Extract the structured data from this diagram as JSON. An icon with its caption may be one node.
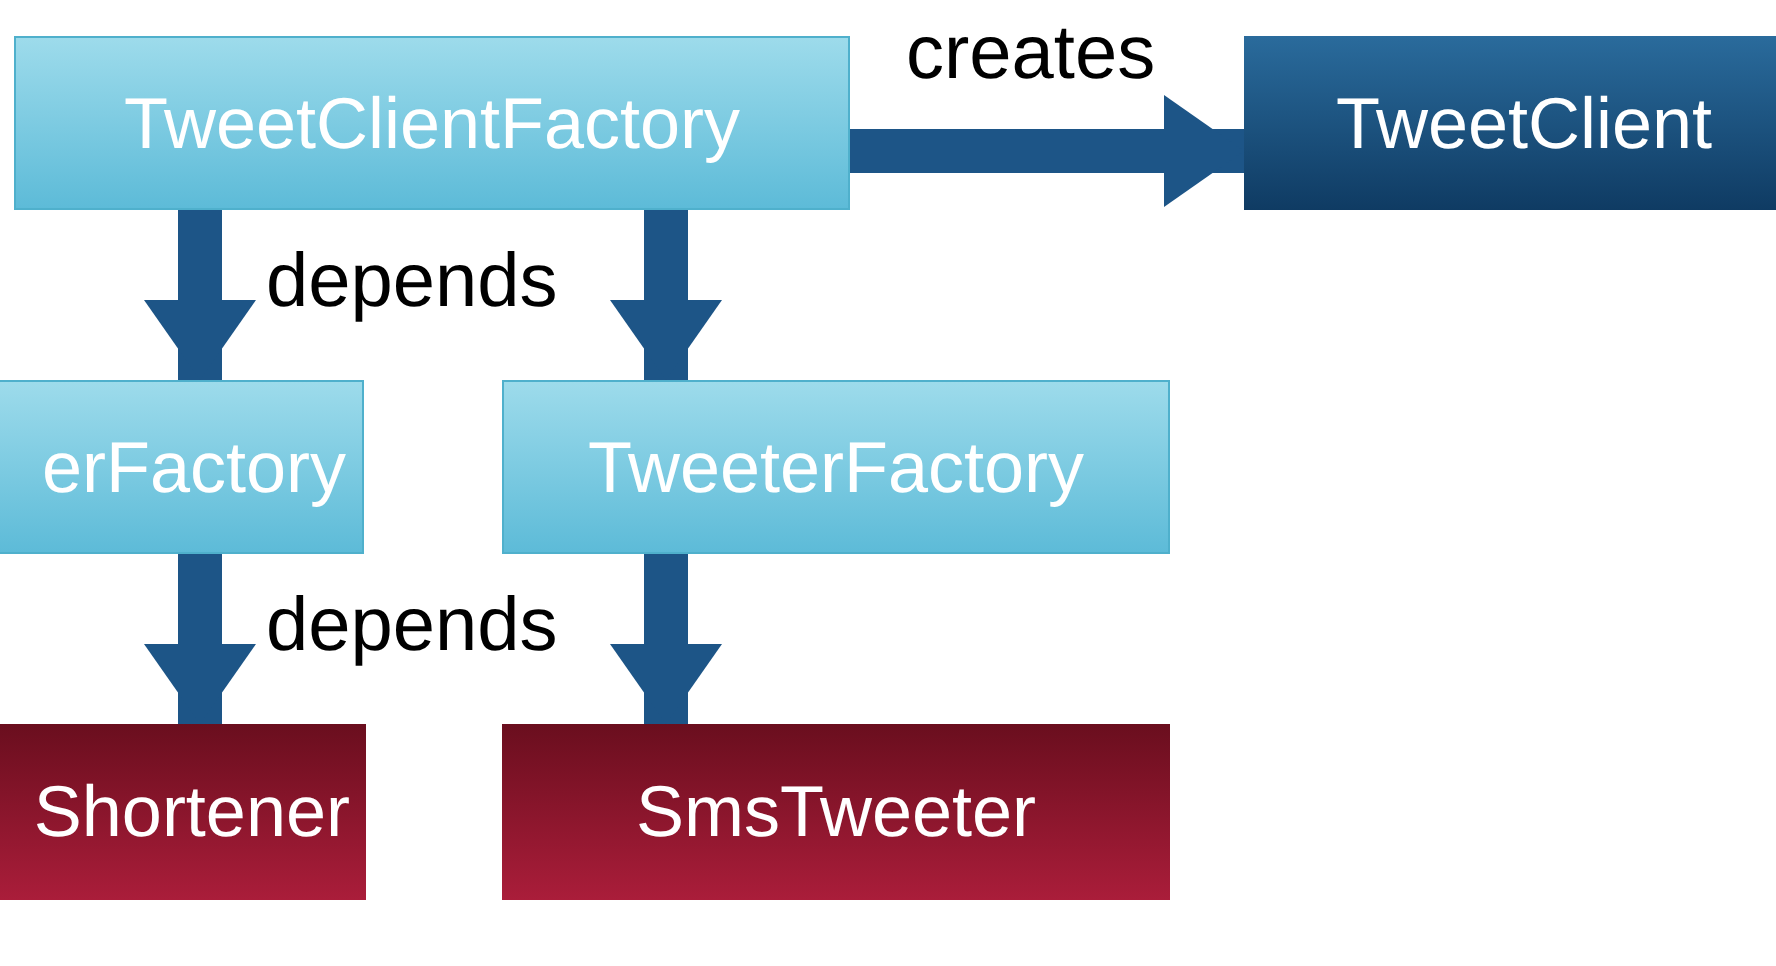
{
  "diagram": {
    "nodes": [
      {
        "text": [
          "TweetClientFactory"
        ]
      },
      {
        "text": [
          "TweetClient"
        ]
      },
      {
        "text": [
          "erFactory"
        ]
      },
      {
        "text": [
          "TweeterFactory"
        ]
      },
      {
        "text": [
          "Shortener"
        ]
      },
      {
        "text": [
          "SmsTweeter"
        ]
      }
    ],
    "edges": [
      {
        "from": 0,
        "to": 1,
        "arrow": "to",
        "label": "creates"
      },
      {
        "from": 0,
        "to": 2,
        "arrow": "to"
      },
      {
        "from": 0,
        "to": 3,
        "arrow": "to"
      },
      {
        "from": 2,
        "to": 4,
        "arrow": "to"
      },
      {
        "from": 3,
        "to": 5,
        "arrow": "to"
      }
    ],
    "labels": [
      "depends",
      "depends"
    ]
  }
}
